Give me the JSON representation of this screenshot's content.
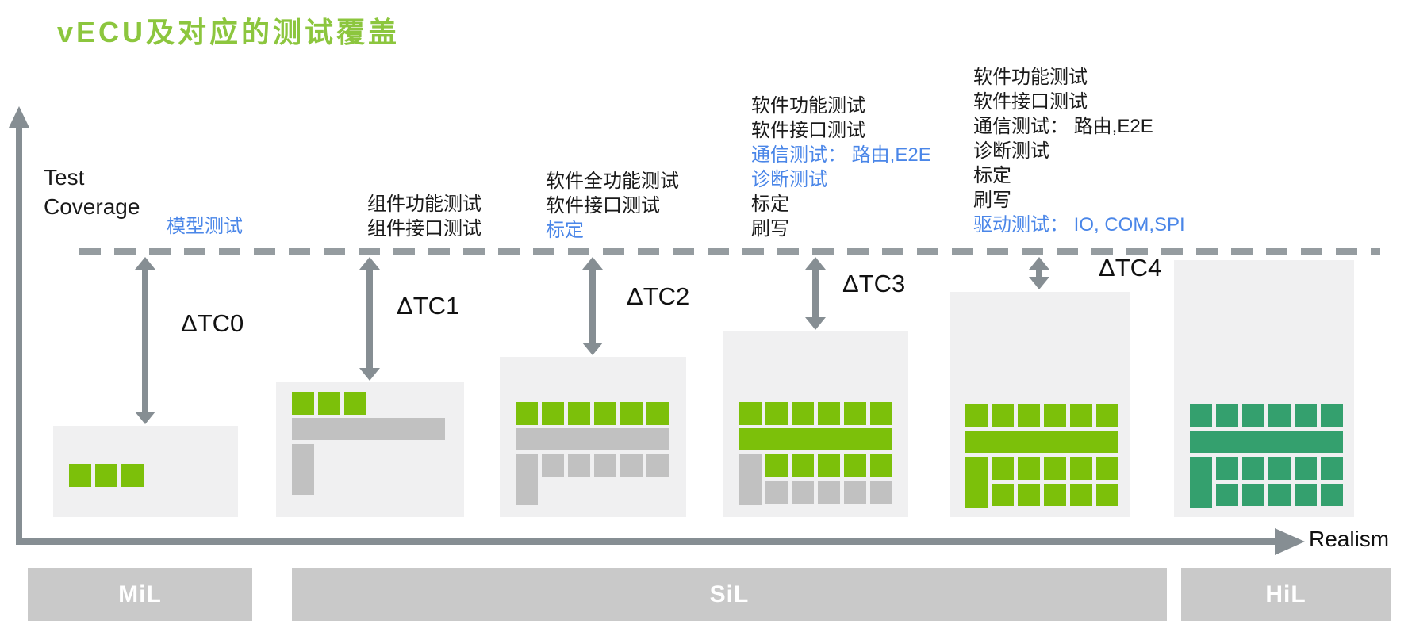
{
  "title": "vECU及对应的测试覆盖",
  "axes": {
    "y_label": "Test\nCoverage",
    "x_label": "Realism"
  },
  "colors": {
    "title_green": "#8cc63e",
    "brick_green": "#7cc00a",
    "brick_teal": "#34a06e",
    "brick_gray": "#c1c1c1",
    "box_bg": "#f0f0f1",
    "stage_bar": "#c9c9c9",
    "axis_gray": "#868e93",
    "dash_gray": "#959ca0",
    "blue_text": "#4a86e8"
  },
  "test_label_blocks": [
    {
      "lines": [
        {
          "text": "模型测试",
          "color": "blue"
        }
      ]
    },
    {
      "lines": [
        {
          "text": "组件功能测试",
          "color": "black"
        },
        {
          "text": "组件接口测试",
          "color": "black"
        }
      ]
    },
    {
      "lines": [
        {
          "text": "软件全功能测试",
          "color": "black"
        },
        {
          "text": "软件接口测试",
          "color": "black"
        },
        {
          "text": "标定",
          "color": "blue"
        }
      ]
    },
    {
      "lines": [
        {
          "text": "软件功能测试",
          "color": "black"
        },
        {
          "text": "软件接口测试",
          "color": "black"
        },
        {
          "text": "通信测试： 路由,E2E",
          "color": "blue"
        },
        {
          "text": "诊断测试",
          "color": "blue"
        },
        {
          "text": "标定",
          "color": "black"
        },
        {
          "text": "刷写",
          "color": "black"
        }
      ]
    },
    {
      "lines": [
        {
          "text": "软件功能测试",
          "color": "black"
        },
        {
          "text": "软件接口测试",
          "color": "black"
        },
        {
          "text": "通信测试： 路由,E2E",
          "color": "black"
        },
        {
          "text": "诊断测试",
          "color": "black"
        },
        {
          "text": "标定",
          "color": "black"
        },
        {
          "text": "刷写",
          "color": "black"
        },
        {
          "text": "驱动测试： IO, COM,SPI",
          "color": "blue"
        }
      ]
    }
  ],
  "delta_labels": [
    "ΔTC0",
    "ΔTC1",
    "ΔTC2",
    "ΔTC3",
    "ΔTC4"
  ],
  "stages": [
    {
      "label": "MiL"
    },
    {
      "label": "SiL"
    },
    {
      "label": "HiL"
    }
  ],
  "vecu_boxes": [
    {
      "name": "mil-box",
      "rows": [
        {
          "type": "squares",
          "count": 3,
          "color": "green"
        }
      ]
    },
    {
      "name": "tc1-box",
      "rows": [
        {
          "type": "squares",
          "count": 3,
          "color": "green"
        },
        {
          "type": "bar",
          "color": "gray"
        },
        {
          "type": "tallrow",
          "tall_color": "gray",
          "count": 0,
          "color": "gray"
        }
      ]
    },
    {
      "name": "tc2-box",
      "rows": [
        {
          "type": "squares",
          "count": 6,
          "color": "green"
        },
        {
          "type": "bar",
          "color": "gray"
        },
        {
          "type": "tallrow",
          "tall_color": "gray",
          "count": 5,
          "color": "gray"
        }
      ]
    },
    {
      "name": "tc3-box",
      "rows": [
        {
          "type": "squares",
          "count": 6,
          "color": "green"
        },
        {
          "type": "bar",
          "color": "green"
        },
        {
          "type": "tallrow",
          "tall_color": "gray",
          "count": 5,
          "color": "green"
        },
        {
          "type": "offsetrow",
          "count": 5,
          "color": "gray"
        }
      ]
    },
    {
      "name": "tc4-box",
      "rows": [
        {
          "type": "squares",
          "count": 6,
          "color": "green"
        },
        {
          "type": "bar",
          "color": "green"
        },
        {
          "type": "tallrow",
          "tall_color": "green",
          "count": 5,
          "color": "green"
        },
        {
          "type": "offsetrow",
          "count": 5,
          "color": "green"
        }
      ]
    },
    {
      "name": "hil-box",
      "rows": [
        {
          "type": "squares",
          "count": 6,
          "color": "teal"
        },
        {
          "type": "bar",
          "color": "teal"
        },
        {
          "type": "tallrow",
          "tall_color": "teal",
          "count": 5,
          "color": "teal"
        },
        {
          "type": "offsetrow",
          "count": 5,
          "color": "teal"
        }
      ]
    }
  ]
}
